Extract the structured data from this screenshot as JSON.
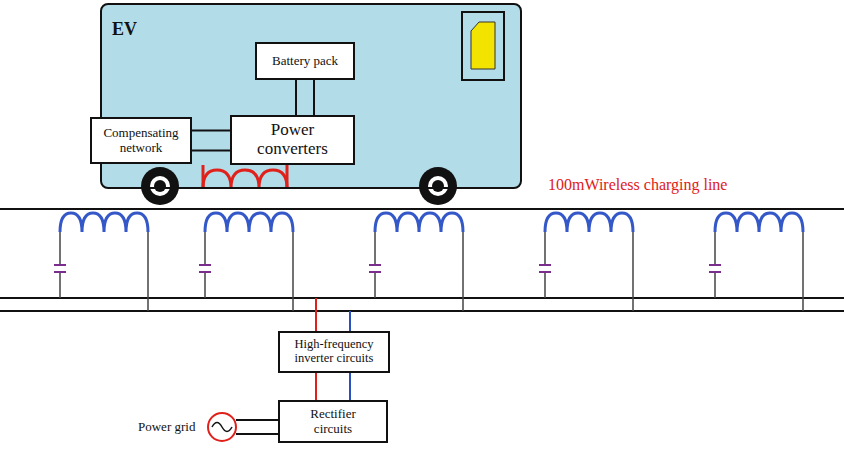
{
  "diagram": {
    "nodes": [
      {
        "text": [
          "EV"
        ]
      },
      {
        "text": [
          "Battery pack"
        ],
        "in": 0
      },
      {
        "text": [
          "Compensating network"
        ],
        "in": 0
      },
      {
        "text": [
          "Power converters"
        ],
        "in": 0
      },
      {
        "text": [
          "High-frequency inverter circuits"
        ]
      },
      {
        "text": [
          "Rectifier circuits"
        ]
      }
    ],
    "edges": [
      {
        "from": 1,
        "to": 3,
        "arrow": "none"
      },
      {
        "from": 2,
        "to": 3,
        "arrow": "none"
      },
      {
        "from": 4,
        "to": 5,
        "arrow": "none"
      }
    ],
    "labels": [
      "100mWireless charging line",
      "Power grid"
    ]
  }
}
